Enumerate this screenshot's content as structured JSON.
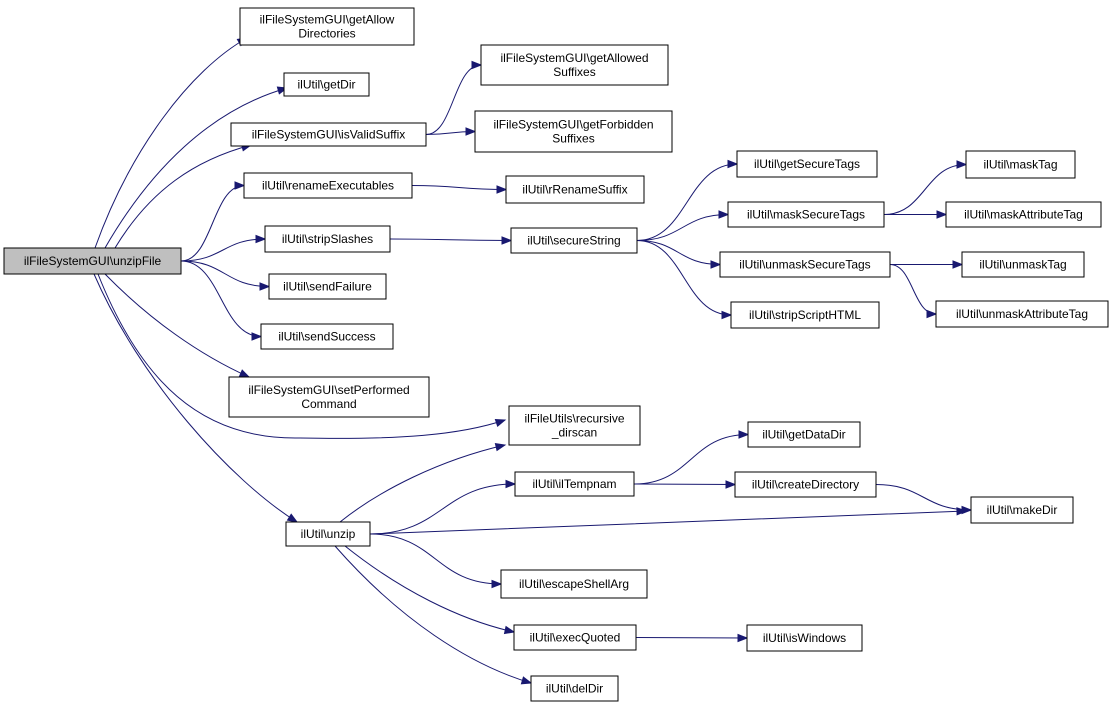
{
  "colors": {
    "edge": "#191970",
    "node_fill": "#ffffff",
    "root_fill": "#bfbfbf",
    "node_border": "#000000"
  },
  "nodes": {
    "root": [
      "ilFileSystemGUI\\unzipFile"
    ],
    "getAllowDirectories": [
      "ilFileSystemGUI\\getAllow",
      "Directories"
    ],
    "getDir": [
      "ilUtil\\getDir"
    ],
    "isValidSuffix": [
      "ilFileSystemGUI\\isValidSuffix"
    ],
    "getAllowedSuffixes": [
      "ilFileSystemGUI\\getAllowed",
      "Suffixes"
    ],
    "getForbiddenSuffixes": [
      "ilFileSystemGUI\\getForbidden",
      "Suffixes"
    ],
    "renameExecutables": [
      "ilUtil\\renameExecutables"
    ],
    "rRenameSuffix": [
      "ilUtil\\rRenameSuffix"
    ],
    "stripSlashes": [
      "ilUtil\\stripSlashes"
    ],
    "secureString": [
      "ilUtil\\secureString"
    ],
    "getSecureTags": [
      "ilUtil\\getSecureTags"
    ],
    "maskSecureTags": [
      "ilUtil\\maskSecureTags"
    ],
    "maskTag": [
      "ilUtil\\maskTag"
    ],
    "maskAttributeTag": [
      "ilUtil\\maskAttributeTag"
    ],
    "unmaskSecureTags": [
      "ilUtil\\unmaskSecureTags"
    ],
    "unmaskTag": [
      "ilUtil\\unmaskTag"
    ],
    "unmaskAttributeTag": [
      "ilUtil\\unmaskAttributeTag"
    ],
    "stripScriptHTML": [
      "ilUtil\\stripScriptHTML"
    ],
    "sendFailure": [
      "ilUtil\\sendFailure"
    ],
    "sendSuccess": [
      "ilUtil\\sendSuccess"
    ],
    "setPerformedCommand": [
      "ilFileSystemGUI\\setPerformed",
      "Command"
    ],
    "recursiveDirscan": [
      "ilFileUtils\\recursive",
      "_dirscan"
    ],
    "unzip": [
      "ilUtil\\unzip"
    ],
    "ilTempnam": [
      "ilUtil\\ilTempnam"
    ],
    "getDataDir": [
      "ilUtil\\getDataDir"
    ],
    "createDirectory": [
      "ilUtil\\createDirectory"
    ],
    "makeDir": [
      "ilUtil\\makeDir"
    ],
    "escapeShellArg": [
      "ilUtil\\escapeShellArg"
    ],
    "execQuoted": [
      "ilUtil\\execQuoted"
    ],
    "isWindows": [
      "ilUtil\\isWindows"
    ],
    "delDir": [
      "ilUtil\\delDir"
    ]
  },
  "edges": [
    [
      "root",
      "getAllowDirectories"
    ],
    [
      "root",
      "getDir"
    ],
    [
      "root",
      "isValidSuffix"
    ],
    [
      "isValidSuffix",
      "getAllowedSuffixes"
    ],
    [
      "isValidSuffix",
      "getForbiddenSuffixes"
    ],
    [
      "root",
      "renameExecutables"
    ],
    [
      "renameExecutables",
      "rRenameSuffix"
    ],
    [
      "root",
      "stripSlashes"
    ],
    [
      "stripSlashes",
      "secureString"
    ],
    [
      "secureString",
      "getSecureTags"
    ],
    [
      "secureString",
      "maskSecureTags"
    ],
    [
      "maskSecureTags",
      "maskTag"
    ],
    [
      "maskSecureTags",
      "maskAttributeTag"
    ],
    [
      "secureString",
      "unmaskSecureTags"
    ],
    [
      "unmaskSecureTags",
      "unmaskTag"
    ],
    [
      "unmaskSecureTags",
      "unmaskAttributeTag"
    ],
    [
      "secureString",
      "stripScriptHTML"
    ],
    [
      "root",
      "sendFailure"
    ],
    [
      "root",
      "sendSuccess"
    ],
    [
      "root",
      "setPerformedCommand"
    ],
    [
      "root",
      "recursiveDirscan"
    ],
    [
      "root",
      "unzip"
    ],
    [
      "unzip",
      "recursiveDirscan"
    ],
    [
      "unzip",
      "ilTempnam"
    ],
    [
      "ilTempnam",
      "getDataDir"
    ],
    [
      "ilTempnam",
      "createDirectory"
    ],
    [
      "createDirectory",
      "makeDir"
    ],
    [
      "unzip",
      "makeDir"
    ],
    [
      "unzip",
      "escapeShellArg"
    ],
    [
      "unzip",
      "execQuoted"
    ],
    [
      "execQuoted",
      "isWindows"
    ],
    [
      "unzip",
      "delDir"
    ]
  ]
}
